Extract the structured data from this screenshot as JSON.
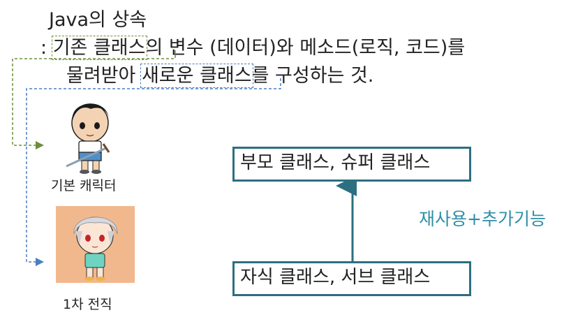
{
  "title": "Java의 상속",
  "definition": {
    "prefix": ":",
    "existing_class": "기존 클래스",
    "line1_rest": "의 변수 (데이터)와 메소드(로직, 코드)를",
    "line2_start": "물려받아",
    "new_class": "새로운 클래스",
    "line2_rest": "를 구성하는 것."
  },
  "characters": {
    "basic_caption": "기본 캐릭터",
    "job_caption": "1차 전직"
  },
  "diagram": {
    "parent_label": "부모 클래스, 슈퍼 클래스",
    "child_label": "자식 클래스, 서브 클래스",
    "relation_label": "재사용+추가기능"
  },
  "colors": {
    "green_dash": "#6a8f3a",
    "blue_dash": "#4a7fbf",
    "box_border": "#2c6f80",
    "relation_text": "#2f8ea8"
  }
}
